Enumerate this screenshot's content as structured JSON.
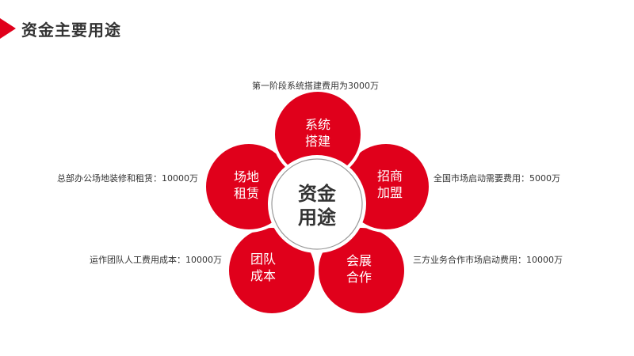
{
  "header": {
    "title": "资金主要用途"
  },
  "center": {
    "line1": "资金",
    "line2": "用途"
  },
  "petals": [
    {
      "line1": "系统",
      "line2": "搭建",
      "desc": "第一阶段系统搭建费用为3000万"
    },
    {
      "line1": "招商",
      "line2": "加盟",
      "desc": "全国市场启动需要费用：5000万"
    },
    {
      "line1": "会展",
      "line2": "合作",
      "desc": "三方业务合作市场启动费用：10000万"
    },
    {
      "line1": "团队",
      "line2": "成本",
      "desc": "运作团队人工费用成本：10000万"
    },
    {
      "line1": "场地",
      "line2": "租赁",
      "desc": "总部办公场地装修和租赁：10000万"
    }
  ],
  "colors": {
    "accent": "#e0001b",
    "text": "#333333"
  }
}
